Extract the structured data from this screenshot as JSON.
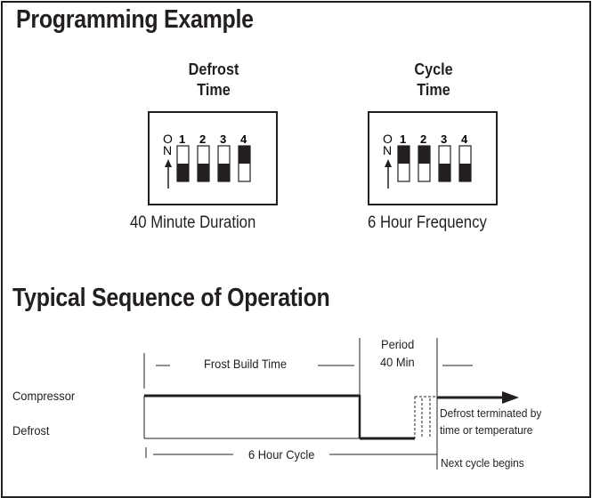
{
  "programming": {
    "title": "Programming Example",
    "defrost": {
      "title_line1": "Defrost",
      "title_line2": "Time",
      "on_label_top": "O",
      "on_label_bottom": "N",
      "switch_numbers": [
        "1",
        "2",
        "3",
        "4"
      ],
      "switch_states": [
        "off",
        "off",
        "off",
        "on"
      ],
      "caption": "40 Minute Duration"
    },
    "cycle": {
      "title_line1": "Cycle",
      "title_line2": "Time",
      "on_label_top": "O",
      "on_label_bottom": "N",
      "switch_numbers": [
        "1",
        "2",
        "3",
        "4"
      ],
      "switch_states": [
        "on",
        "on",
        "off",
        "off"
      ],
      "caption": "6 Hour Frequency"
    }
  },
  "sequence": {
    "title": "Typical Sequence of Operation",
    "frost_build_label": "Frost Build Time",
    "period_line1": "Period",
    "period_line2": "40 Min",
    "compressor_label": "Compressor",
    "defrost_label": "Defrost",
    "terminated_line1": "Defrost terminated by",
    "terminated_line2": "time or temperature",
    "cycle_label": "6 Hour Cycle",
    "next_cycle_label": "Next cycle begins"
  }
}
